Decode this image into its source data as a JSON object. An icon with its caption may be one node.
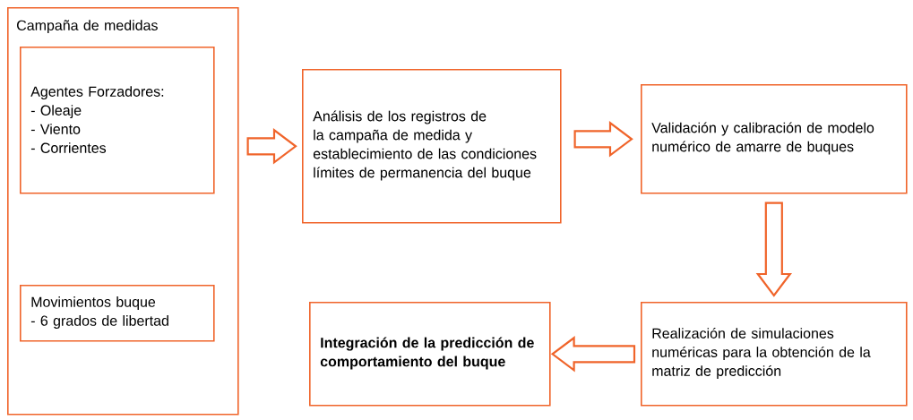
{
  "diagram": {
    "nodes": [
      {
        "text": [
          "Campaña de medidas"
        ]
      },
      {
        "text": [
          "Agentes Forzadores:",
          "- Oleaje",
          "- Viento",
          "- Corrientes"
        ],
        "in": 0
      },
      {
        "text": [
          "Movimientos buque",
          "- 6 grados de libertad"
        ],
        "in": 0
      },
      {
        "text": [
          "Análisis de los registros de la campaña de medida y establecimiento de las condiciones límites de permanencia del buque"
        ]
      },
      {
        "text": [
          "Validación y calibración de modelo numérico de amarre de buques"
        ]
      },
      {
        "text": [
          "Realización de simulaciones numéricas para la obtención de la matriz de predicción"
        ]
      },
      {
        "text": [
          "Integración de la predicción de comportamiento del buque"
        ]
      }
    ],
    "edges": [
      {
        "from": 0,
        "to": 3,
        "arrow": "to"
      },
      {
        "from": 3,
        "to": 4,
        "arrow": "to"
      },
      {
        "from": 4,
        "to": 5,
        "arrow": "to"
      },
      {
        "from": 5,
        "to": 6,
        "arrow": "to"
      }
    ]
  }
}
